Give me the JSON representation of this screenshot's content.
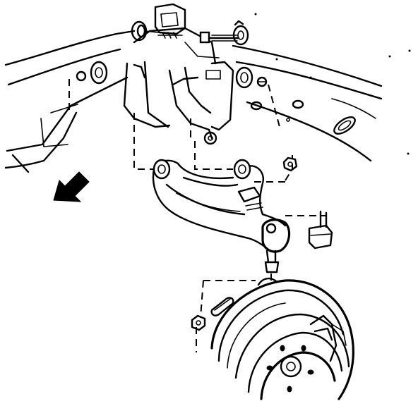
{
  "diagram": {
    "style": "black line-art exploded view",
    "colors": {
      "ink": "#000000",
      "paper": "#ffffff"
    },
    "parts": [
      {
        "name": "frame-rail",
        "icon": "frame-rail"
      },
      {
        "name": "upper-control-arm-mount-bracket",
        "icon": "mount-bracket"
      },
      {
        "name": "lower-control-arm",
        "icon": "control-arm"
      },
      {
        "name": "control-arm-bushing-front",
        "icon": "bushing"
      },
      {
        "name": "control-arm-bushing-rear",
        "icon": "bushing"
      },
      {
        "name": "ball-joint",
        "icon": "ball-joint"
      },
      {
        "name": "ball-joint-nut",
        "icon": "castle-nut"
      },
      {
        "name": "cotter-pin",
        "icon": "cotter-pin"
      },
      {
        "name": "mounting-nut",
        "icon": "hex-nut"
      },
      {
        "name": "mounting-bolt",
        "icon": "bolt"
      },
      {
        "name": "steering-knuckle-brake-rotor",
        "icon": "brake-rotor"
      },
      {
        "name": "front-direction-arrow",
        "icon": "arrow-icon"
      }
    ]
  }
}
